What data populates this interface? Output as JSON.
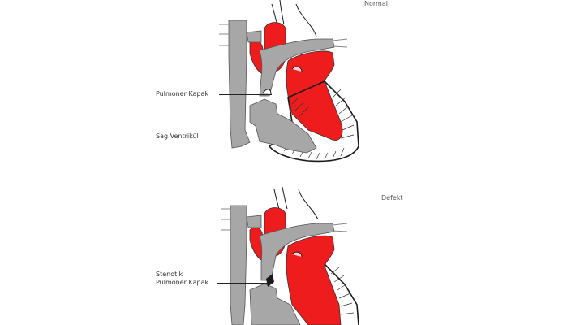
{
  "colors": {
    "oxygenated": "#ee1c1c",
    "deoxygenated": "#a7a7a7",
    "outline": "#1a1a1a",
    "background": "#ffffff"
  },
  "panels": [
    {
      "title": "Normal",
      "labels": [
        {
          "text": "Pulmoner Kapak"
        },
        {
          "text": "Sag Ventrikül"
        }
      ]
    },
    {
      "title": "Defekt",
      "labels": [
        {
          "line1": "Stenotik",
          "line2": "Pulmoner Kapak"
        }
      ]
    }
  ]
}
